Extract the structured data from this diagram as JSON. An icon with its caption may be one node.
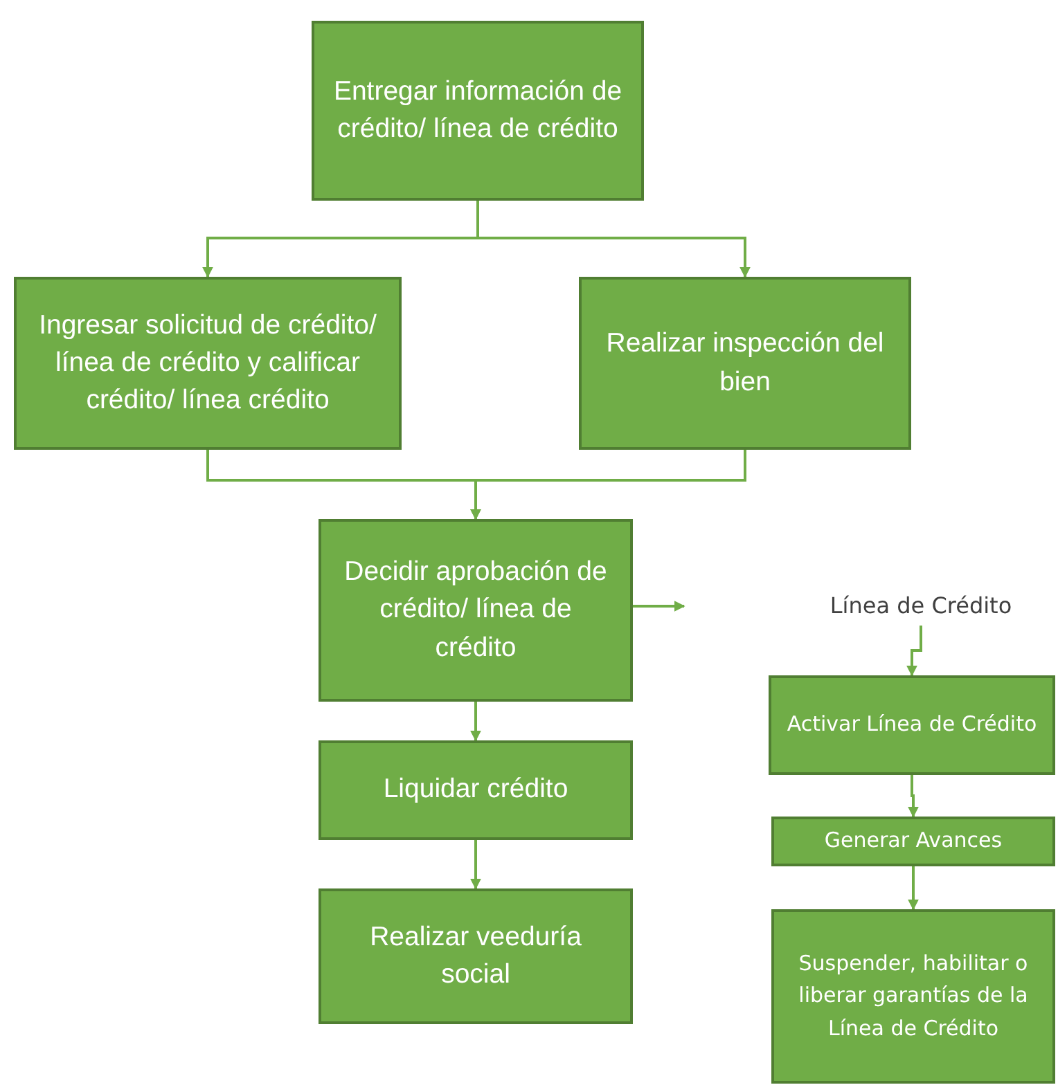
{
  "diagram": {
    "nodes": [
      {
        "text": [
          "Entregar información de crédito/ línea de crédito"
        ]
      },
      {
        "text": [
          "Ingresar solicitud de crédito/ línea de crédito y calificar crédito/ línea crédito"
        ]
      },
      {
        "text": [
          "Realizar inspección del bien"
        ]
      },
      {
        "text": [
          "Decidir aprobación de crédito/ línea de crédito"
        ]
      },
      {
        "text": [
          "Liquidar crédito"
        ]
      },
      {
        "text": [
          "Realizar veeduría social"
        ]
      },
      {
        "text": [
          "Línea de Crédito"
        ]
      },
      {
        "text": [
          "Activar Línea de Crédito"
        ]
      },
      {
        "text": [
          "Generar Avances"
        ]
      },
      {
        "text": [
          "Suspender, habilitar o liberar garantías de la Línea de Crédito"
        ]
      }
    ],
    "edges": [
      {
        "from": 0,
        "to": 1,
        "arrow": "to"
      },
      {
        "from": 0,
        "to": 2,
        "arrow": "to"
      },
      {
        "from": 1,
        "to": 3,
        "arrow": "to"
      },
      {
        "from": 2,
        "to": 3,
        "arrow": "to"
      },
      {
        "from": 3,
        "to": null,
        "arrow": "to"
      },
      {
        "from": 3,
        "to": 4,
        "arrow": "to"
      },
      {
        "from": 4,
        "to": 5,
        "arrow": "to"
      },
      {
        "from": 6,
        "to": 7,
        "arrow": "to"
      },
      {
        "from": 7,
        "to": 8,
        "arrow": "to"
      },
      {
        "from": 8,
        "to": 9,
        "arrow": "to"
      }
    ]
  }
}
